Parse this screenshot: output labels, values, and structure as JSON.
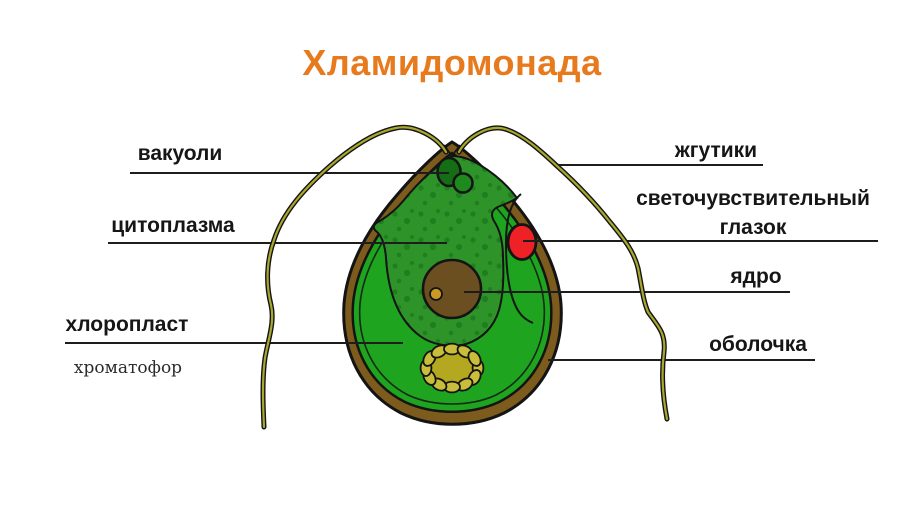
{
  "title": "Хламидомонада",
  "labels": {
    "vacuoles": "вакуоли",
    "cytoplasm": "цитоплазма",
    "chloroplast": "хлоропласт",
    "chromatophore": "хроматофор",
    "flagella": "жгутики",
    "eyespot_line1": "светочувствительный",
    "eyespot_line2": "глазок",
    "nucleus": "ядро",
    "membrane": "оболочка"
  },
  "colors": {
    "background": "#FFFFFF",
    "title_orange": "#E87A1E",
    "text_black": "#161616",
    "line_black": "#1D1D1D",
    "outline_black": "#141414",
    "wall_brown": "#7C5B1D",
    "chloroplast_green": "#1EA41E",
    "cytoplasm_green": "#2E9429",
    "speckle_green": "#1F7F1F",
    "vacuole_dark": "#156E15",
    "vacuole_mid": "#1E8A1E",
    "nucleus_brown": "#6B4F21",
    "nucleolus_gold": "#CC9A24",
    "pyrenoid_center": "#B3A81F",
    "pyrenoid_oval": "#C9BD3A",
    "eyespot_red": "#EE2127",
    "flagellum_olive": "#A9A72E"
  }
}
